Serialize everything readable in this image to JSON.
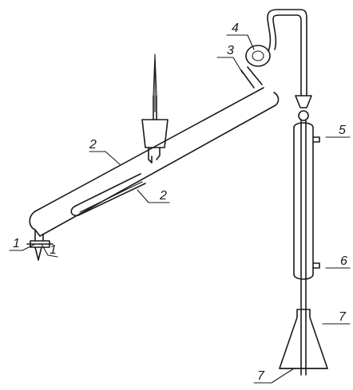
{
  "figure": {
    "description_visible": false,
    "callouts": [
      {
        "id": "c1a",
        "text": "1"
      },
      {
        "id": "c1b",
        "text": "1"
      },
      {
        "id": "c2a",
        "text": "2"
      },
      {
        "id": "c2b",
        "text": "2"
      },
      {
        "id": "c3",
        "text": "3"
      },
      {
        "id": "c4",
        "text": "4"
      },
      {
        "id": "c5",
        "text": "5"
      },
      {
        "id": "c6",
        "text": "6"
      },
      {
        "id": "c7a",
        "text": "7"
      },
      {
        "id": "c7b",
        "text": "7"
      }
    ]
  }
}
